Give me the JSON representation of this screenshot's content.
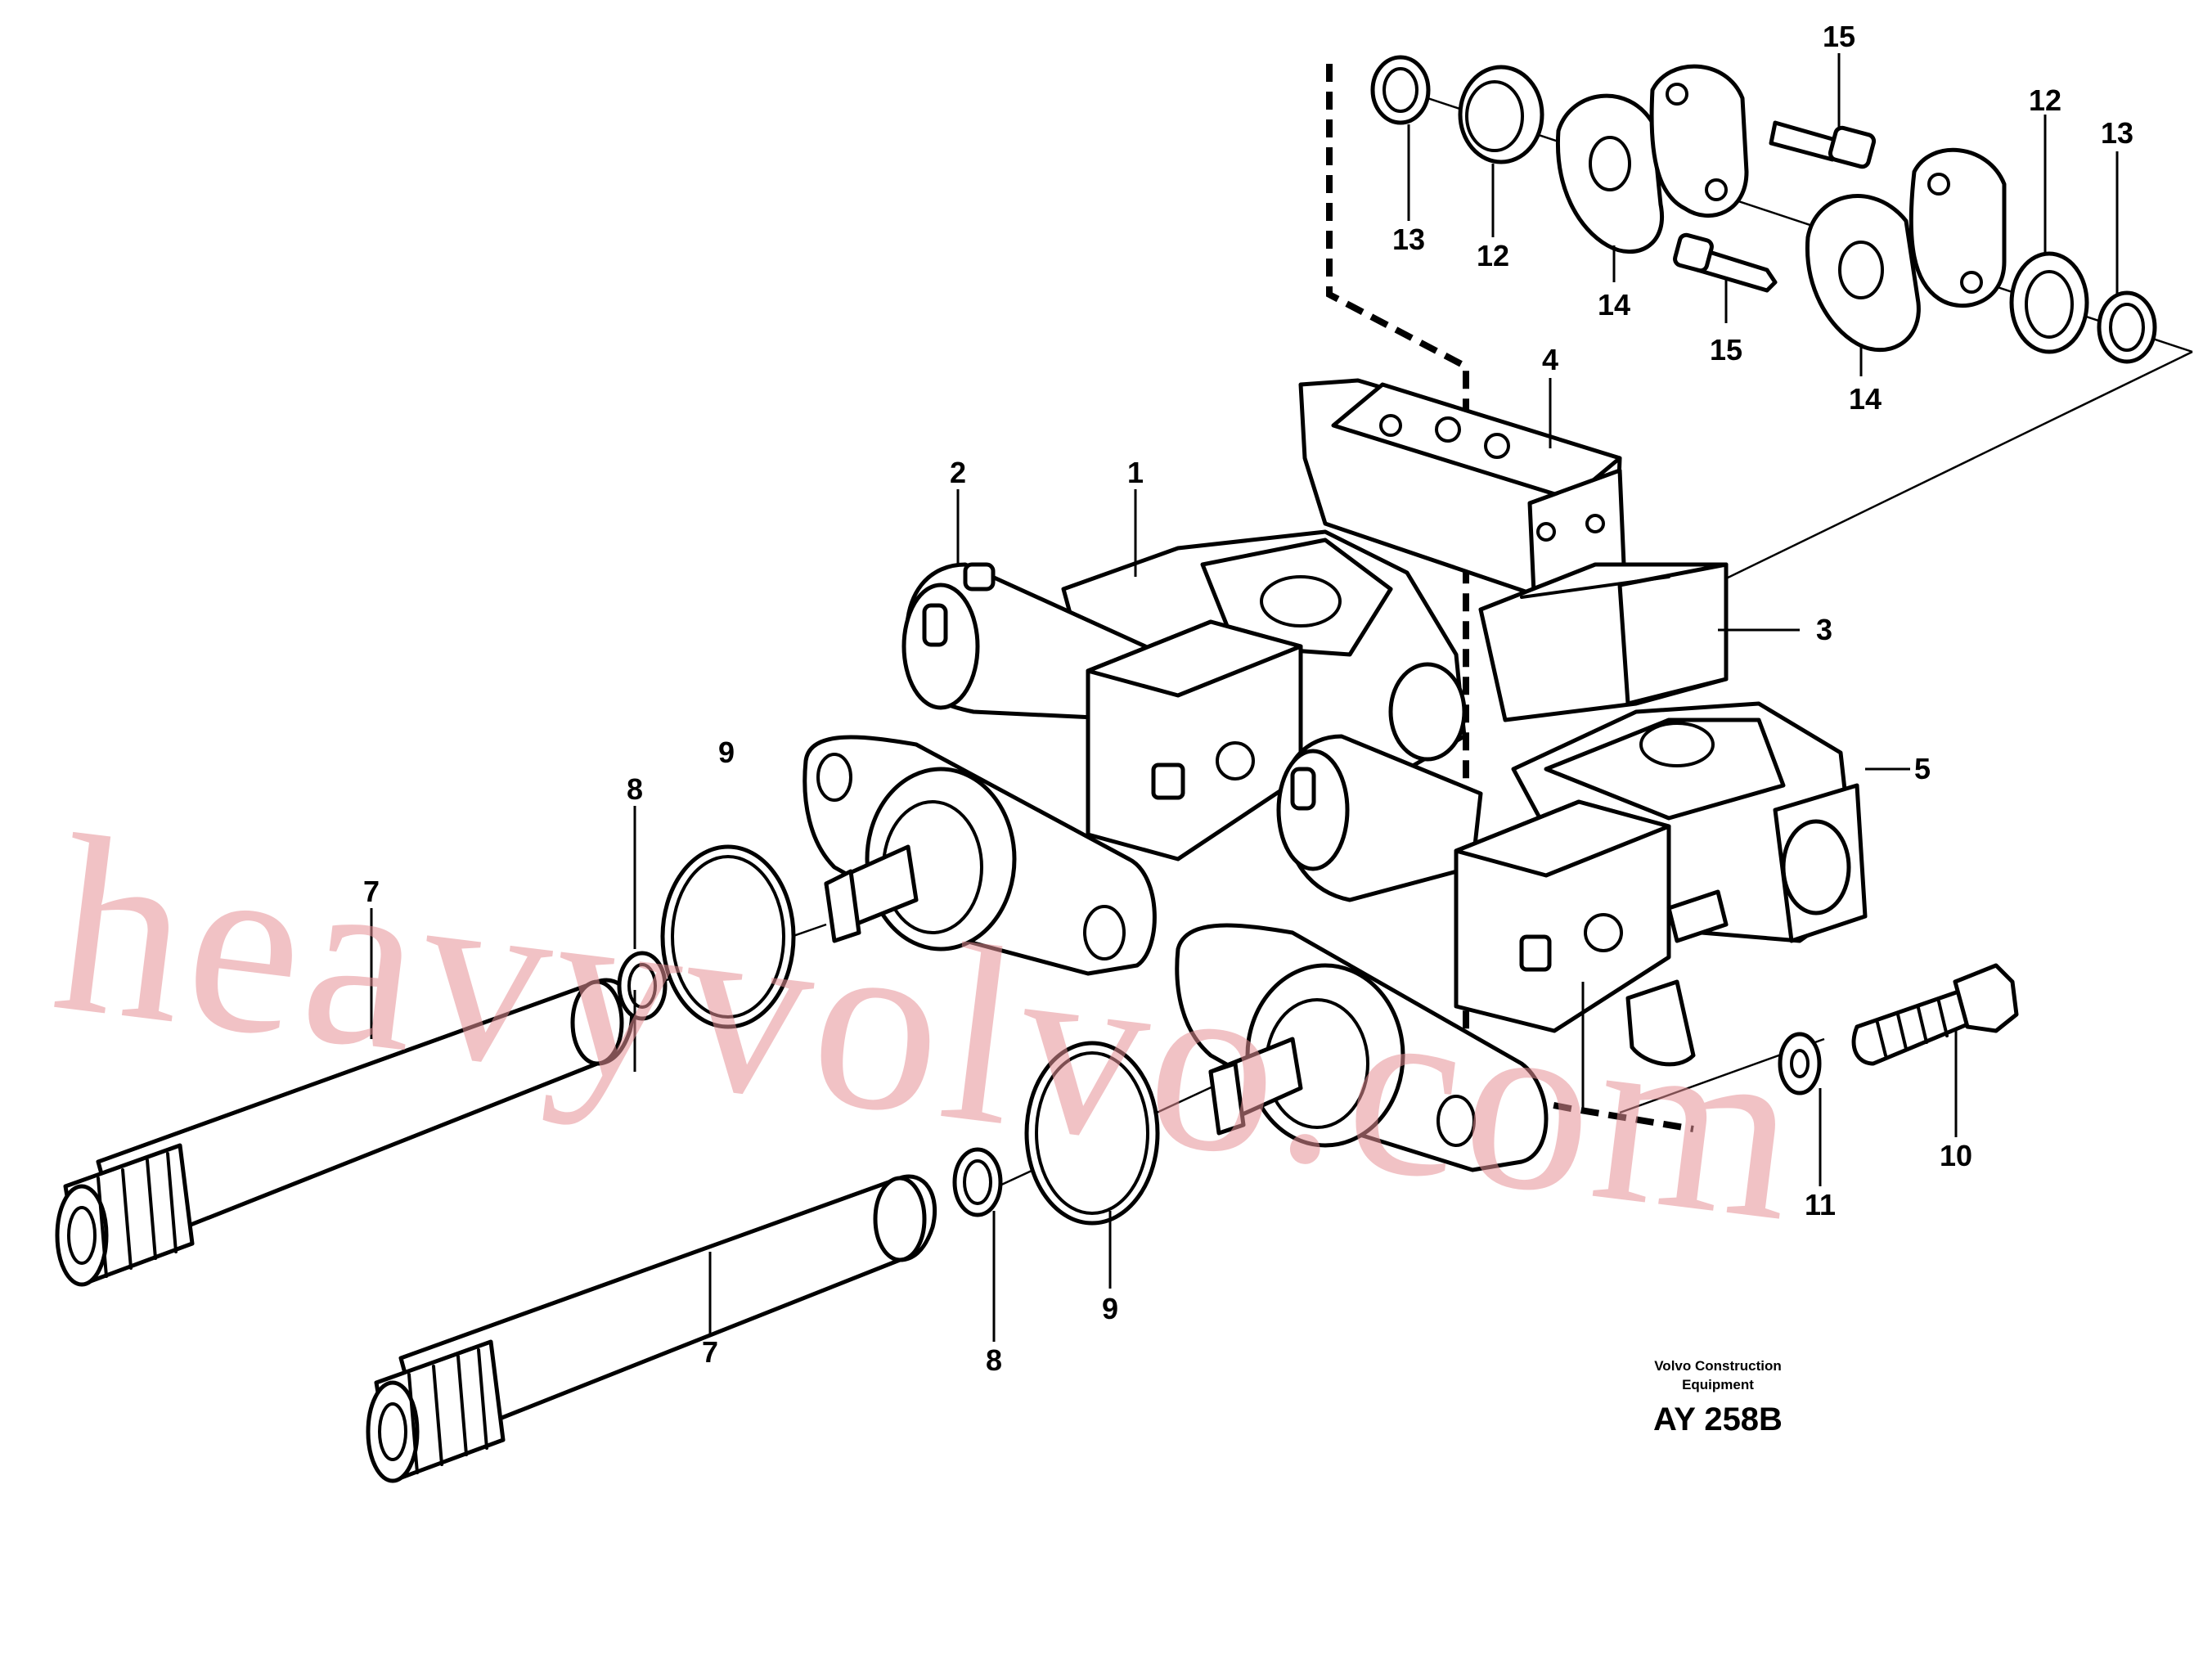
{
  "watermark": "heavyvolvo.com",
  "caption": {
    "line1": "Volvo Construction",
    "line2": "Equipment",
    "code": "AY 258B"
  },
  "callouts": {
    "c1": "1",
    "c2": "2",
    "c3": "3",
    "c4": "4",
    "c5": "5",
    "c7a": "7",
    "c7b": "7",
    "c8a": "8",
    "c8b": "8",
    "c9a": "9",
    "c9b": "9",
    "c10": "10",
    "c11": "11",
    "c12a": "12",
    "c12b": "12",
    "c13a": "13",
    "c13b": "13",
    "c14a": "14",
    "c14b": "14",
    "c15a": "15",
    "c15b": "15"
  },
  "colors": {
    "line": "#000000",
    "watermark": "#e58f96",
    "background": "#ffffff"
  }
}
